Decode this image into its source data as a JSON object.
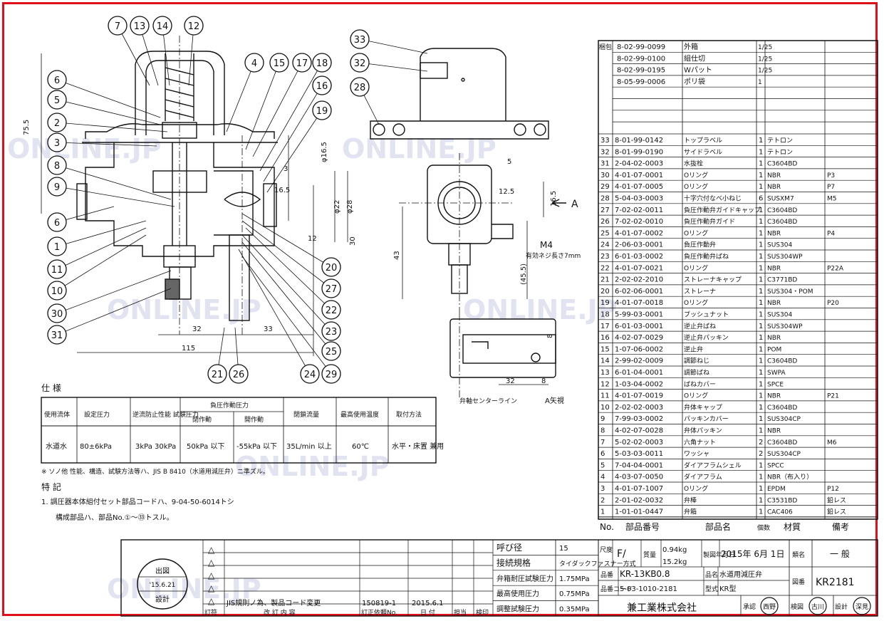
{
  "watermark": "ONLINE.JP",
  "balloons": {
    "left": [
      "6",
      "5",
      "2",
      "3",
      "8",
      "9",
      "6",
      "1",
      "11",
      "10",
      "30",
      "31"
    ],
    "top": [
      "7",
      "13",
      "14",
      "12",
      "4",
      "15",
      "17",
      "18",
      "16",
      "19"
    ],
    "right": [
      "20",
      "27",
      "22",
      "23",
      "25",
      "24",
      "29"
    ],
    "bottom": [
      "21",
      "26"
    ],
    "view2": [
      "33",
      "32",
      "28"
    ]
  },
  "dims": {
    "d1": "75.5",
    "d2": "32",
    "d3": "33",
    "d4": "115",
    "d5": "16.5",
    "d6": "3",
    "d7": "12",
    "d8": "30",
    "d9": "φ16.5",
    "d10": "φ22",
    "d11": "φ28",
    "d12": "5",
    "d13": "12.5",
    "d14": "16.5",
    "d15": "43",
    "d16": "(45.5)",
    "d17": "8",
    "d18": "32",
    "d19": "8",
    "m4": "M4",
    "m4note": "有効ネジ長さ7mm",
    "arrowA": "A",
    "centerline": "弁軸センターライン",
    "viewA": "A矢視"
  },
  "spec": {
    "caption": "仕 様",
    "headers": [
      "使用流体",
      "設定圧力",
      "逆流防止性能 試験圧力",
      "負圧作動圧力",
      "閉鎖流量",
      "最高使用温度",
      "取付方法"
    ],
    "subheaders": [
      "閉作動",
      "開作動"
    ],
    "row": [
      "水道水",
      "80±6kPa",
      "3kPa 30kPa",
      "50kPa 以下",
      "-55kPa 以下",
      "35L/min 以上",
      "60℃",
      "水平・床置 兼用"
    ],
    "note": "※ ソノ他 性能、構造、試験方法等ハ、JIS B 8410（水道用減圧弁）ニ準ズル。",
    "remarks_title": "特 記",
    "remark1": "1. 調圧器本体組付セット部品コードハ、9-04-50-6014トシ",
    "remark2": "構成部品ハ、部品No.①〜㉝トスル。"
  },
  "parts": {
    "pkg_label": "梱包",
    "packaging": [
      {
        "code": "8-02-99-0099",
        "name": "外箱",
        "qty": "1/25"
      },
      {
        "code": "8-02-99-0100",
        "name": "組仕切",
        "qty": "1/25"
      },
      {
        "code": "8-02-99-0195",
        "name": "Wパット",
        "qty": "1/25"
      },
      {
        "code": "8-05-99-0006",
        "name": "ポリ袋",
        "qty": "1"
      }
    ],
    "rows": [
      {
        "no": "33",
        "code": "8-01-99-0142",
        "name": "トップラベル",
        "qty": "1",
        "mat": "テトロン",
        "note": ""
      },
      {
        "no": "32",
        "code": "8-01-99-0190",
        "name": "サイドラベル",
        "qty": "1",
        "mat": "テトロン",
        "note": ""
      },
      {
        "no": "31",
        "code": "2-04-02-0003",
        "name": "水抜栓",
        "qty": "1",
        "mat": "C3604BD",
        "note": ""
      },
      {
        "no": "30",
        "code": "4-01-07-0001",
        "name": "Oリング",
        "qty": "1",
        "mat": "NBR",
        "note": "P3"
      },
      {
        "no": "29",
        "code": "4-01-07-0005",
        "name": "Oリング",
        "qty": "1",
        "mat": "NBR",
        "note": "P7"
      },
      {
        "no": "28",
        "code": "5-04-03-0003",
        "name": "十字穴付なべ小ねじ",
        "qty": "6",
        "mat": "SUSXM7",
        "note": "M5"
      },
      {
        "no": "27",
        "code": "7-02-02-0011",
        "name": "負圧作動弁ガイドキャップ",
        "qty": "1",
        "mat": "C3604BD",
        "note": ""
      },
      {
        "no": "26",
        "code": "7-02-02-0010",
        "name": "負圧作動弁ガイド",
        "qty": "1",
        "mat": "C3604BD",
        "note": ""
      },
      {
        "no": "25",
        "code": "4-01-07-0002",
        "name": "Oリング",
        "qty": "1",
        "mat": "NBR",
        "note": "P4"
      },
      {
        "no": "24",
        "code": "2-06-03-0001",
        "name": "負圧作動弁",
        "qty": "1",
        "mat": "SUS304",
        "note": ""
      },
      {
        "no": "23",
        "code": "6-01-03-0002",
        "name": "負圧作動弁ばね",
        "qty": "1",
        "mat": "SUS304WP",
        "note": ""
      },
      {
        "no": "22",
        "code": "4-01-07-0021",
        "name": "Oリング",
        "qty": "1",
        "mat": "NBR",
        "note": "P22A"
      },
      {
        "no": "21",
        "code": "2-02-02-2010",
        "name": "ストレーナキャップ",
        "qty": "1",
        "mat": "C3771BD",
        "note": ""
      },
      {
        "no": "20",
        "code": "6-02-06-0001",
        "name": "ストレーナ",
        "qty": "1",
        "mat": "SUS304・POM",
        "note": ""
      },
      {
        "no": "19",
        "code": "4-01-07-0018",
        "name": "Oリング",
        "qty": "1",
        "mat": "NBR",
        "note": "P20"
      },
      {
        "no": "18",
        "code": "5-99-03-0001",
        "name": "ブッシュナット",
        "qty": "1",
        "mat": "SUS304",
        "note": ""
      },
      {
        "no": "17",
        "code": "6-01-03-0001",
        "name": "逆止弁ばね",
        "qty": "1",
        "mat": "SUS304WP",
        "note": ""
      },
      {
        "no": "16",
        "code": "4-02-07-0029",
        "name": "逆止弁パッキン",
        "qty": "1",
        "mat": "NBR",
        "note": ""
      },
      {
        "no": "15",
        "code": "1-07-06-0002",
        "name": "逆止弁",
        "qty": "1",
        "mat": "POM",
        "note": ""
      },
      {
        "no": "14",
        "code": "2-99-02-0009",
        "name": "調節ねじ",
        "qty": "1",
        "mat": "C3604BD",
        "note": ""
      },
      {
        "no": "13",
        "code": "6-01-04-0001",
        "name": "調節ばね",
        "qty": "1",
        "mat": "SWPA",
        "note": ""
      },
      {
        "no": "12",
        "code": "1-03-04-0002",
        "name": "ばねカバー",
        "qty": "1",
        "mat": "SPCE",
        "note": ""
      },
      {
        "no": "11",
        "code": "4-01-07-0019",
        "name": "Oリング",
        "qty": "1",
        "mat": "NBR",
        "note": "P21"
      },
      {
        "no": "10",
        "code": "2-02-02-0003",
        "name": "弁体キャップ",
        "qty": "1",
        "mat": "C3604BD",
        "note": ""
      },
      {
        "no": "9",
        "code": "7-99-03-0002",
        "name": "パッキンカバー",
        "qty": "1",
        "mat": "SUS304CP",
        "note": ""
      },
      {
        "no": "8",
        "code": "4-02-07-0028",
        "name": "弁体パッキン",
        "qty": "1",
        "mat": "NBR",
        "note": ""
      },
      {
        "no": "7",
        "code": "5-02-02-0003",
        "name": "六角ナット",
        "qty": "2",
        "mat": "C3604BD",
        "note": "M6"
      },
      {
        "no": "6",
        "code": "5-03-03-0011",
        "name": "ワッシャ",
        "qty": "2",
        "mat": "SUS304CP",
        "note": ""
      },
      {
        "no": "5",
        "code": "7-04-04-0001",
        "name": "ダイアフラムシェル",
        "qty": "1",
        "mat": "SPCC",
        "note": ""
      },
      {
        "no": "4",
        "code": "4-03-07-0050",
        "name": "ダイアフラム",
        "qty": "1",
        "mat": "NBR（布入り）",
        "note": ""
      },
      {
        "no": "3",
        "code": "4-01-07-1007",
        "name": "Oリング",
        "qty": "1",
        "mat": "EPDM",
        "note": "P12"
      },
      {
        "no": "2",
        "code": "2-01-02-0032",
        "name": "弁棒",
        "qty": "1",
        "mat": "C3531BD",
        "note": "鉛レス"
      },
      {
        "no": "1",
        "code": "1-01-01-0447",
        "name": "弁箱",
        "qty": "1",
        "mat": "CAC406",
        "note": "鉛レス"
      }
    ],
    "headers": [
      "No.",
      "部品番号",
      "部品名",
      "個数",
      "材質",
      "備考"
    ]
  },
  "title_block": {
    "revisions": [
      "JIS規則ノ為、製品コード変更",
      "150819-1",
      "2015.6.1"
    ],
    "rev_headers": [
      "訂符",
      "改 訂 内 容",
      "訂正依頼No.",
      "日 付",
      "担当",
      "検印"
    ],
    "stamp": {
      "line1": "出図",
      "line2": "'15.6.21",
      "line3": "設計"
    },
    "props": [
      {
        "label": "呼び径",
        "value": "15"
      },
      {
        "label": "接続規格",
        "value": "タイダックファスナー方式"
      },
      {
        "label": "弁箱耐圧試験圧力",
        "value": "1.75MPa"
      },
      {
        "label": "最高使用圧力",
        "value": "0.75MPa"
      },
      {
        "label": "調整試験圧力",
        "value": "0.35MPa"
      }
    ],
    "scale_label": "尺度",
    "scale": "F/",
    "mass_label": "質量",
    "mass1": "0.94kg",
    "mass2": "15.2kg",
    "date_label": "製図年月日",
    "date": "2015年 6月 1日",
    "category_label": "類名",
    "category": "一 般",
    "item_label": "品番",
    "item": "KR-13KB0.8",
    "name_label": "品名",
    "name": "水道用減圧弁",
    "code_label": "品番コード",
    "code": "5-03-1010-2181",
    "model_label": "型式",
    "model": "KR型",
    "drawing_label": "図番",
    "drawing": "KR2181",
    "company": "兼工業株式会社",
    "approve": "承認",
    "check": "検図",
    "design": "設計",
    "seal1": "西野",
    "seal2": "古川",
    "seal3": "深見"
  },
  "colors": {
    "frame": "#e0101a",
    "line": "#111111",
    "watermark": "#c9cde6"
  }
}
